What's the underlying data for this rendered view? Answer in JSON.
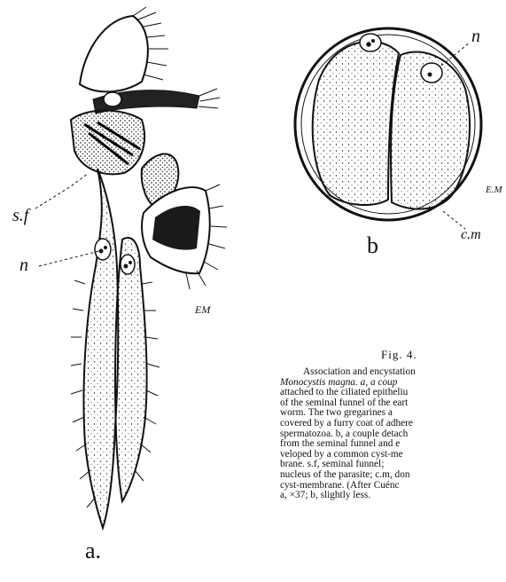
{
  "figure": {
    "number": "Fig. 4.",
    "panel_labels": {
      "a": "a.",
      "b": "b"
    },
    "annotations": {
      "a_sf": "s.f",
      "a_n": "n",
      "a_initials": "EM",
      "b_n": "n",
      "b_cm": "c.m",
      "b_initials": "E.M"
    },
    "caption_lines": [
      "Association and encystation",
      "Monocystis magna. a, a coup",
      "attached to the ciliated epitheliu",
      "of the seminal funnel of the eart",
      "worm. The two gregarines a",
      "covered by a furry coat of adhere",
      "spermatozoa. b, a couple detach",
      "from the seminal funnel and e",
      "veloped by a common cyst-me",
      "brane. s.f, seminal funnel;",
      "nucleus of the parasite; c.m, don",
      "cyst-membrane. (After Cuénc",
      "a, ×37; b, slightly less."
    ]
  }
}
